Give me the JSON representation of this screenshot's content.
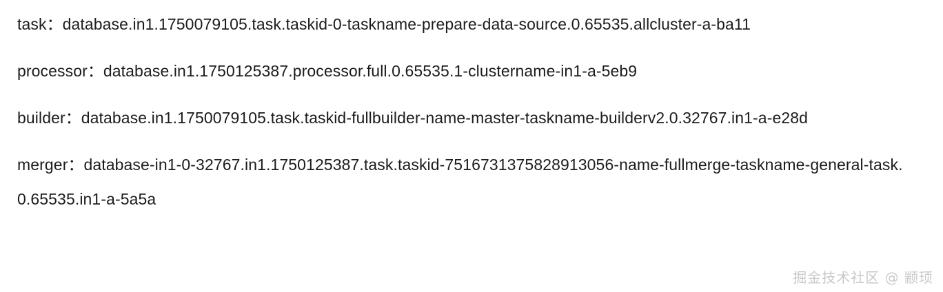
{
  "document": {
    "background_color": "#ffffff",
    "text_color": "#1c1c1e",
    "separator": "：",
    "entries": [
      {
        "key": "task",
        "value": "database.in1.1750079105.task.taskid-0-taskname-prepare-data-source.0.65535.allcluster-a-ba11"
      },
      {
        "key": "processor",
        "value": "database.in1.1750125387.processor.full.0.65535.1-clustername-in1-a-5eb9"
      },
      {
        "key": "builder",
        "value": "database.in1.1750079105.task.taskid-fullbuilder-name-master-taskname-builderv2.0.32767.in1-a-e28d"
      },
      {
        "key": "merger",
        "value": "database-in1-0-32767.in1.1750125387.task.taskid-7516731375828913056-name-fullmerge-taskname-general-task.0.65535.in1-a-5a5a"
      }
    ]
  },
  "watermark": {
    "text": "掘金技术社区 @ 颛顼",
    "color": "#c9c9c9"
  }
}
